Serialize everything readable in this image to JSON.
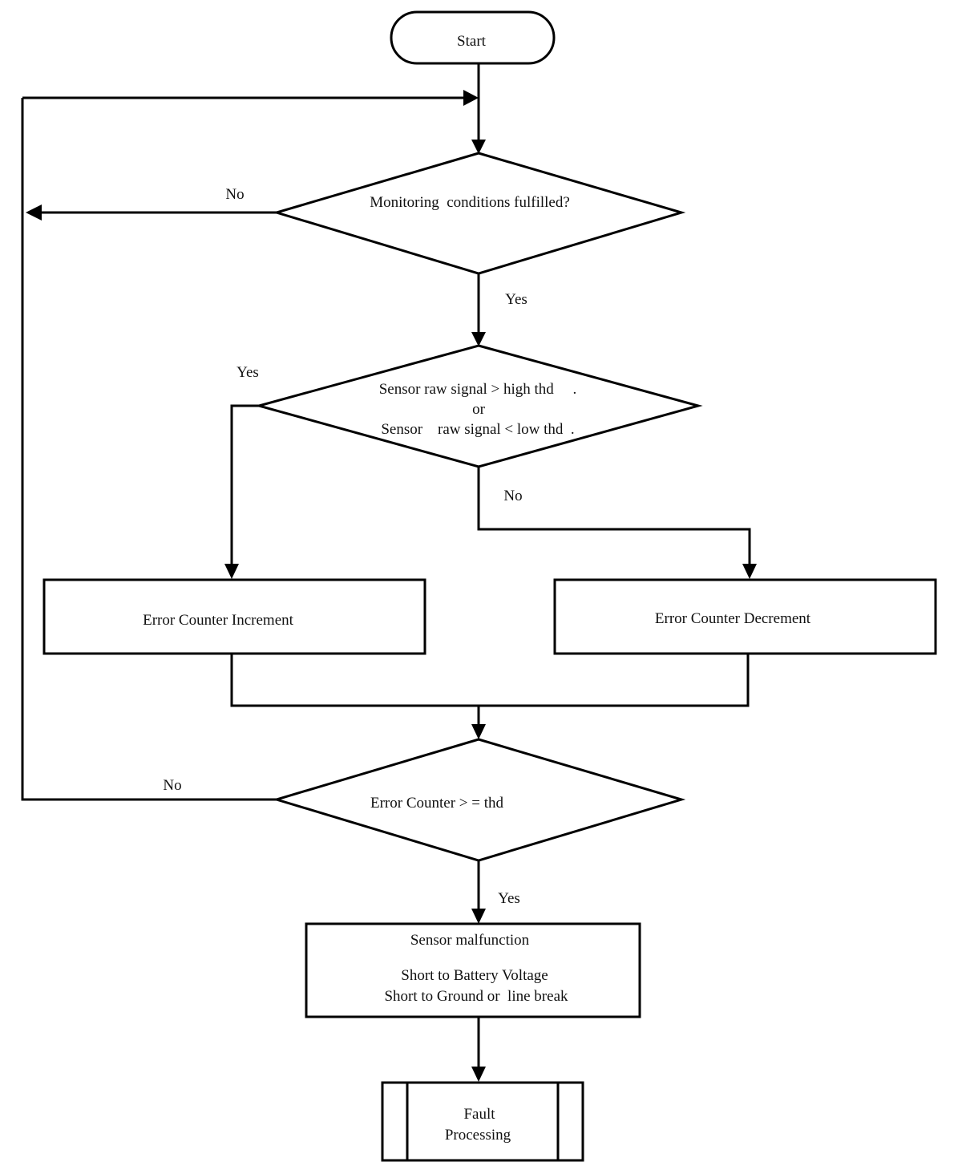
{
  "nodes": {
    "start": "Start",
    "monitoring": "Monitoring  conditions fulfilled?",
    "signal_check": {
      "line1": "Sensor raw signal > high thd     .",
      "line2": "or",
      "line3": "Sensor    raw signal < low thd  ."
    },
    "increment": "Error Counter Increment",
    "decrement": "Error Counter Decrement",
    "counter_check": "Error Counter > = thd",
    "malfunction": {
      "line1": "Sensor malfunction",
      "line2": "Short to Battery Voltage",
      "line3": "Short to Ground or  line break"
    },
    "fault": {
      "line1": "Fault",
      "line2": "Processing"
    }
  },
  "edge_labels": {
    "monitoring_no": "No",
    "monitoring_yes": "Yes",
    "signal_yes": "Yes",
    "signal_no": "No",
    "counter_no": "No",
    "counter_yes": "Yes"
  }
}
